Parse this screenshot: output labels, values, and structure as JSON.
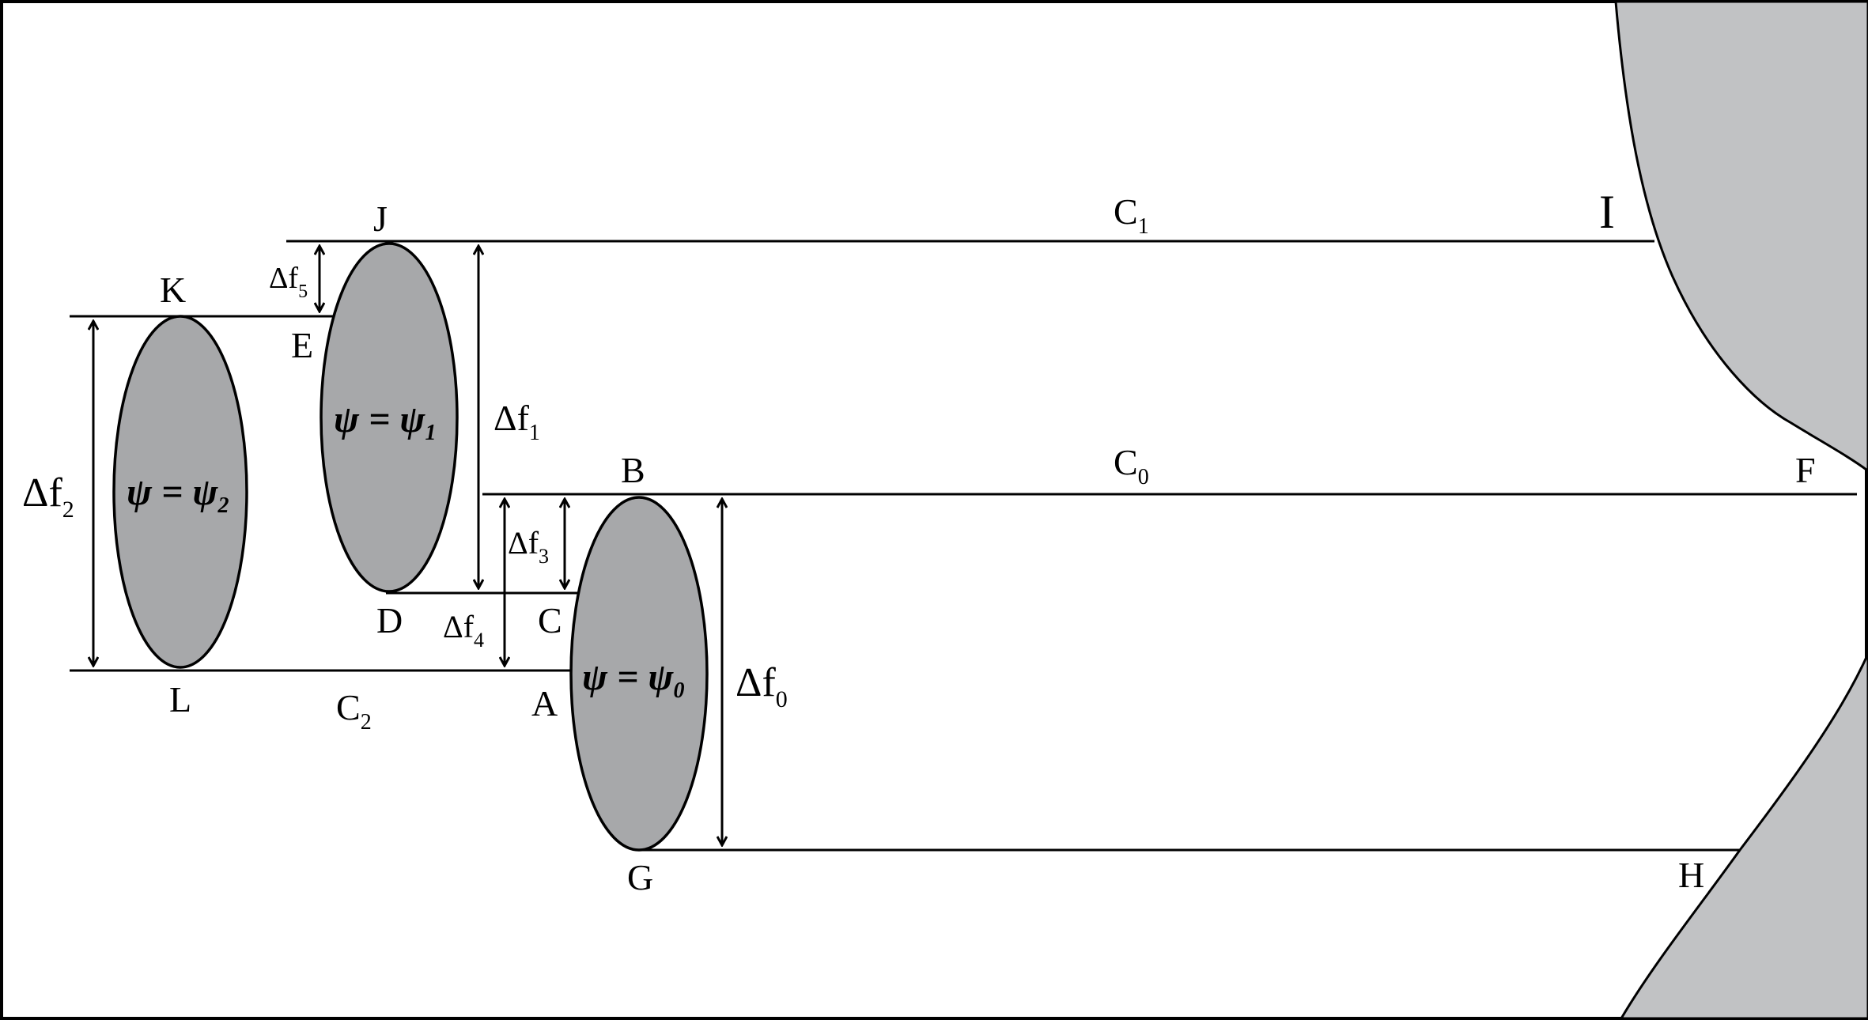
{
  "colors": {
    "ellipse_fill": "#a7a8aa",
    "body_fill": "#c1c2c4",
    "stroke": "#000000",
    "background": "#ffffff"
  },
  "streamlines": {
    "c0": "C",
    "c0_sub": "0",
    "c1": "C",
    "c1_sub": "1",
    "c2": "C",
    "c2_sub": "2"
  },
  "points": {
    "A": "A",
    "B": "B",
    "C": "C",
    "D": "D",
    "E": "E",
    "F": "F",
    "G": "G",
    "H": "H",
    "I": "I",
    "J": "J",
    "K": "K",
    "L": "L"
  },
  "deltas": {
    "df0_main": "Δf",
    "df0_sub": "0",
    "df1_main": "Δf",
    "df1_sub": "1",
    "df2_main": "Δf",
    "df2_sub": "2",
    "df3_main": "Δf",
    "df3_sub": "3",
    "df4_main": "Δf",
    "df4_sub": "4",
    "df5_main": "Δf",
    "df5_sub": "5"
  },
  "ellipses": {
    "psi0_main": "ψ = ψ",
    "psi0_sub": "0",
    "psi1_main": "ψ = ψ",
    "psi1_sub": "1",
    "psi2_main": "ψ = ψ",
    "psi2_sub": "2"
  }
}
